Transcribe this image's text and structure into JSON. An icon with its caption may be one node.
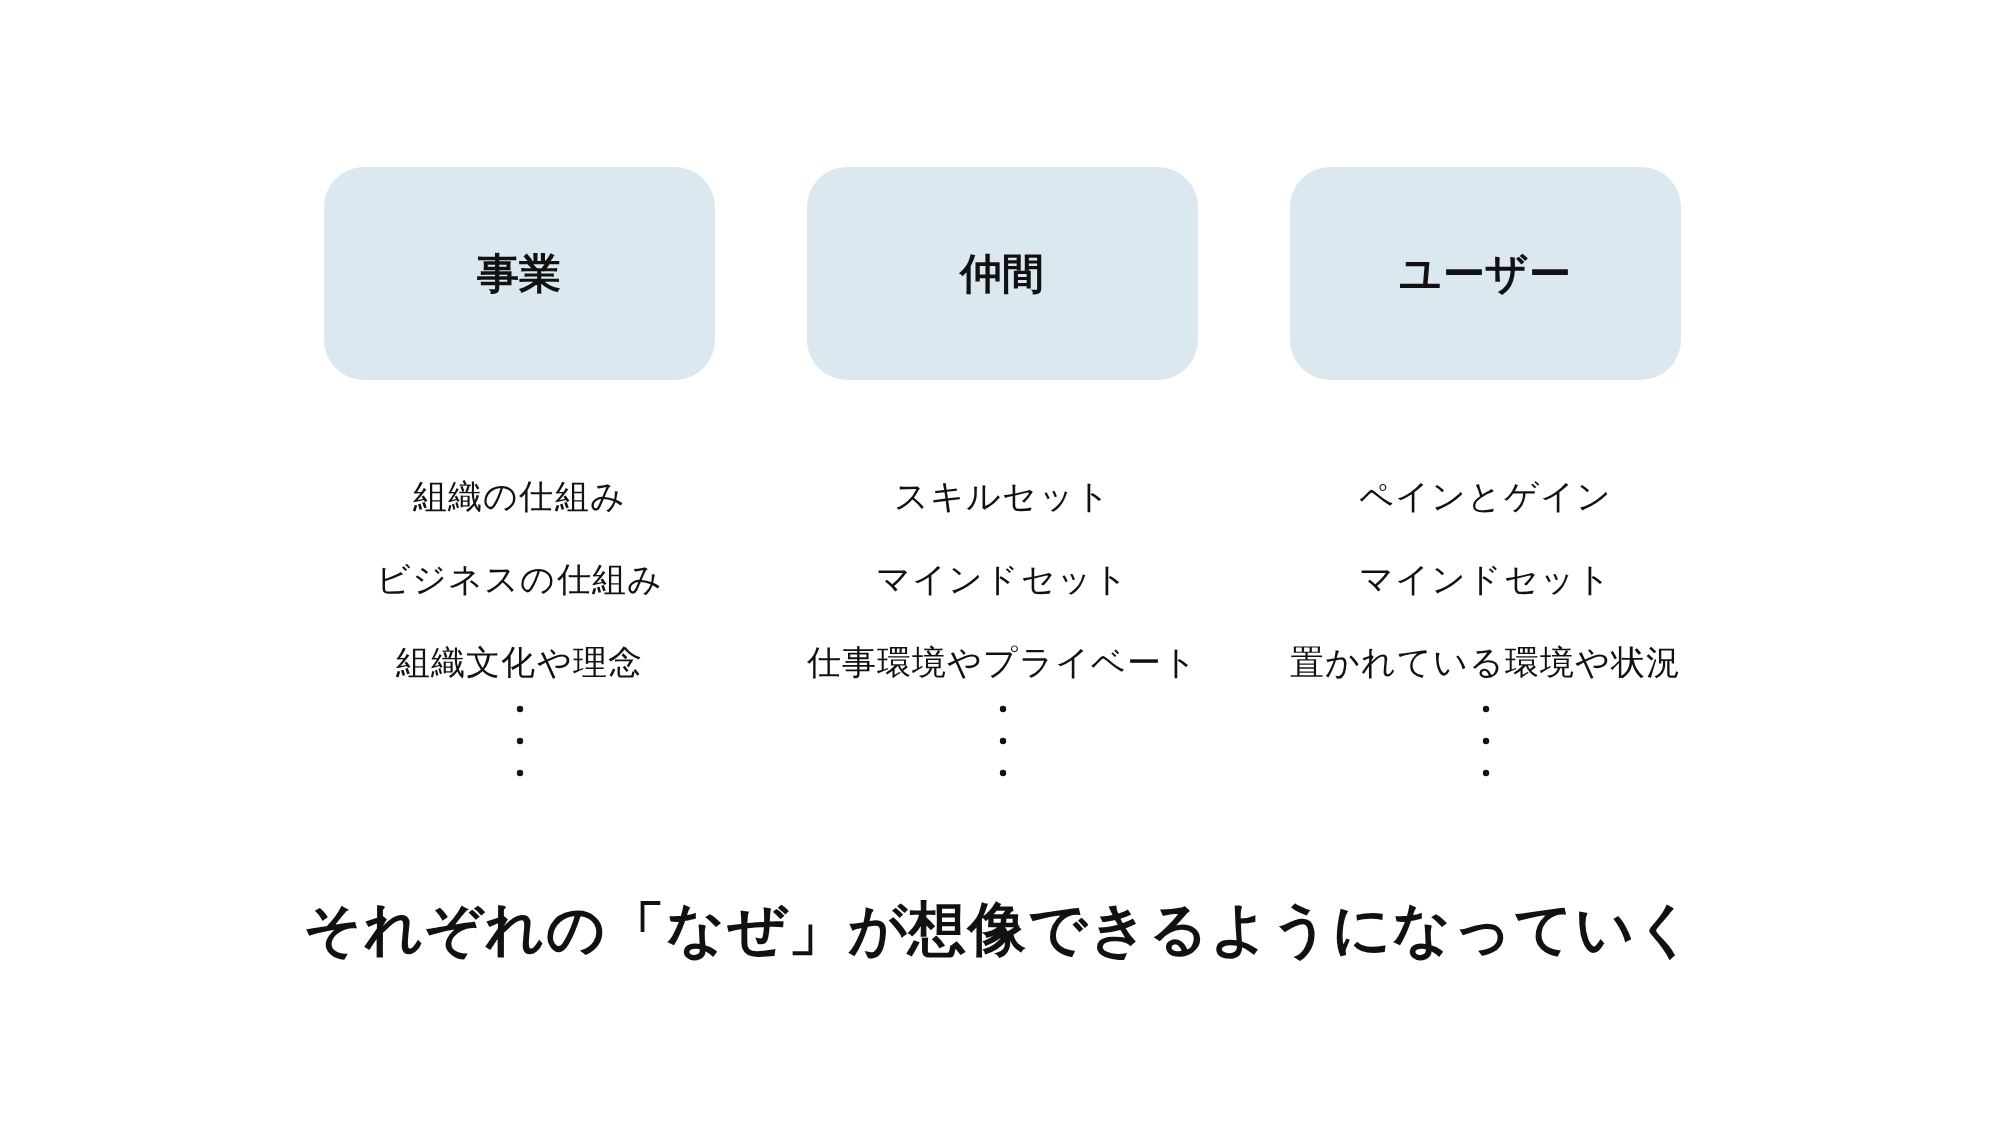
{
  "diagram": {
    "caption": "それぞれの「なぜ」が想像できるようになっていく",
    "nodes": [
      {
        "text": [
          "事業"
        ],
        "beside": [
          "組織の仕組み",
          "ビジネスの仕組み",
          "組織文化や理念"
        ]
      },
      {
        "text": [
          "仲間"
        ],
        "beside": [
          "スキルセット",
          "マインドセット",
          "仕事環境やプライベート"
        ]
      },
      {
        "text": [
          "ユーザー"
        ],
        "beside": [
          "ペインとゲイン",
          "マインドセット",
          "置かれている環境や状況"
        ]
      }
    ]
  }
}
